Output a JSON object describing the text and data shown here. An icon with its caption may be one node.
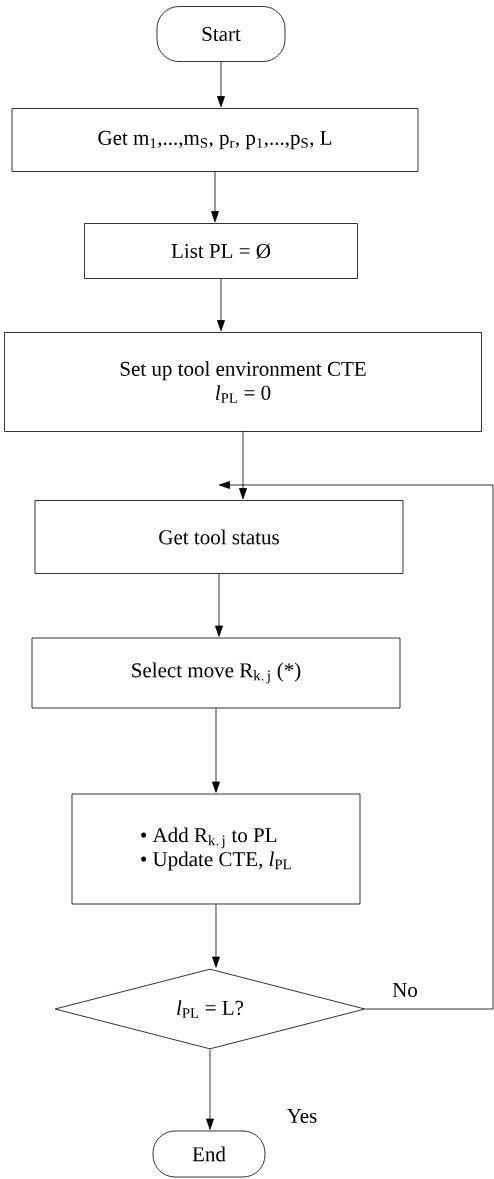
{
  "diagram": {
    "nodes": [
      {
        "text": [
          "Start"
        ]
      },
      {
        "text": [
          "Get m$_{1}$,...,m$_{S}$, p$_{r}$,  p$_{1}$,...,p$_{S}$, L"
        ]
      },
      {
        "text": [
          "List PL = Ø"
        ]
      },
      {
        "text": [
          "Set up tool environment CTE",
          "*l*$_{PL}$ = 0"
        ]
      },
      {
        "text": [
          "Get tool status"
        ]
      },
      {
        "text": [
          "\\text{Select move }\\mathrm{R}_{\\mathrm{k,\\,j}}\\text{ (*)}"
        ]
      },
      {
        "text": [
          "\\text{• Add }\\mathrm{R}_{\\mathrm{k,\\,j}}\\text{ to PL}",
          "• Update CTE, *l*$_{PL}$"
        ]
      },
      {
        "text": [
          "*l*$_{PL}$ = L?"
        ]
      },
      {
        "text": [
          "End"
        ]
      }
    ],
    "edges": [
      {
        "from": 0,
        "to": 1,
        "arrow": "to"
      },
      {
        "from": 1,
        "to": 2,
        "arrow": "to"
      },
      {
        "from": 2,
        "to": 3,
        "arrow": "to"
      },
      {
        "from": 3,
        "to": 4,
        "arrow": "to"
      },
      {
        "from": 4,
        "to": 5,
        "arrow": "to"
      },
      {
        "from": 5,
        "to": 6,
        "arrow": "to"
      },
      {
        "from": 6,
        "to": 7,
        "arrow": "to"
      },
      {
        "from": 7,
        "to": 8,
        "arrow": "to",
        "label": "Yes"
      },
      {
        "from": 7,
        "to": 4,
        "arrow": "to",
        "label": "No"
      }
    ]
  }
}
